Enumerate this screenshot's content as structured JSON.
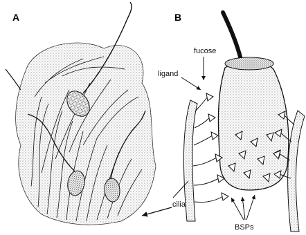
{
  "figure": {
    "panel_a_label": "A",
    "panel_b_label": "B"
  },
  "labels": {
    "fucose": "fucose",
    "ligand": "ligand",
    "cilia": "cilia",
    "bsps": "BSPs"
  },
  "colors": {
    "ink": "#111111",
    "paper": "#ffffff",
    "stipple": "#555555"
  }
}
